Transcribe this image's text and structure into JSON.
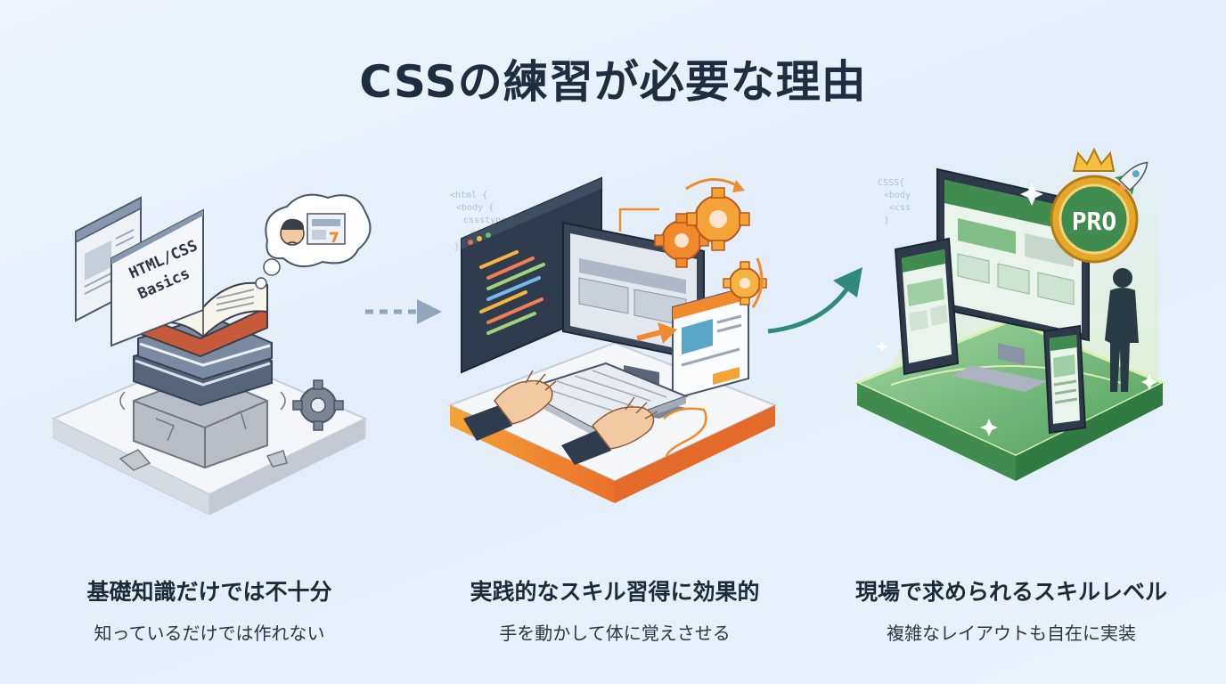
{
  "title": "CSSの練習が必要な理由",
  "panels": [
    {
      "book_label_line1": "HTML/CSS",
      "book_label_line2": "Basics",
      "heading": "基礎知識だけでは不十分",
      "subheading": "知っているだけでは作れない"
    },
    {
      "heading": "実践的なスキル習得に効果的",
      "subheading": "手を動かして体に覚えさせる"
    },
    {
      "badge": "PRO",
      "heading": "現場で求められるスキルレベル",
      "subheading": "複雑なレイアウトも自在に実装"
    }
  ],
  "colors": {
    "accent_orange": "#f08a2c",
    "accent_green": "#5aa85c",
    "arrow_gray": "#8fa6bd",
    "arrow_teal": "#2f8a7a",
    "badge_gold": "#e5a82a"
  },
  "icons": [
    "thought-bubble-icon",
    "gear-icon",
    "gears-icon",
    "crown-icon",
    "rocket-icon",
    "sparkle-icon"
  ]
}
